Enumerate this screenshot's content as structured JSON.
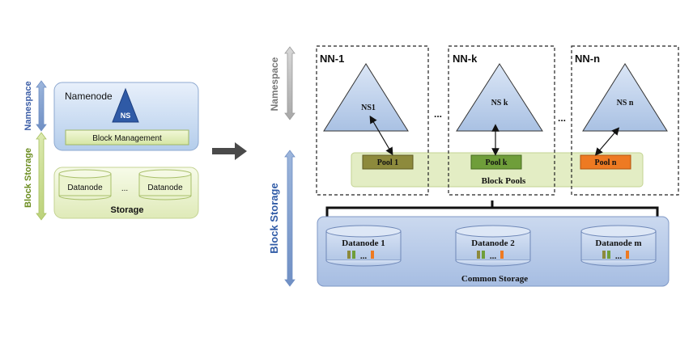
{
  "left": {
    "namespace_label": "Namespace",
    "block_storage_label": "Block Storage",
    "namenode_label": "Namenode",
    "ns_label": "NS",
    "block_management_label": "Block Management",
    "datanode_a_label": "Datanode",
    "datanode_b_label": "Datanode",
    "ellipsis": "...",
    "storage_label": "Storage"
  },
  "right": {
    "namespace_label": "Namespace",
    "block_storage_label": "Block Storage",
    "namenodes": [
      {
        "title": "NN-1",
        "ns": "NS1",
        "pool": "Pool  1"
      },
      {
        "title": "NN-k",
        "ns": "NS k",
        "pool": "Pool  k"
      },
      {
        "title": "NN-n",
        "ns": "NS n",
        "pool": "Pool  n"
      }
    ],
    "ellipsis_1": "...",
    "ellipsis_2": "...",
    "block_pools_label": "Block  Pools",
    "datanodes": [
      {
        "label": "Datanode 1",
        "dots": "..."
      },
      {
        "label": "Datanode 2",
        "dots": "..."
      },
      {
        "label": "Datanode m",
        "dots": "..."
      }
    ],
    "common_storage_label": "Common Storage"
  },
  "colors": {
    "pool_1": "#8d8a3c",
    "pool_k": "#6f9e3a",
    "pool_n": "#ee7a22",
    "triangle": "#bcd0ea",
    "namenode_box": "#cfe0f5",
    "block_pools_bg": "#e3edc4",
    "common_storage_bg": "#b9cbe8"
  }
}
